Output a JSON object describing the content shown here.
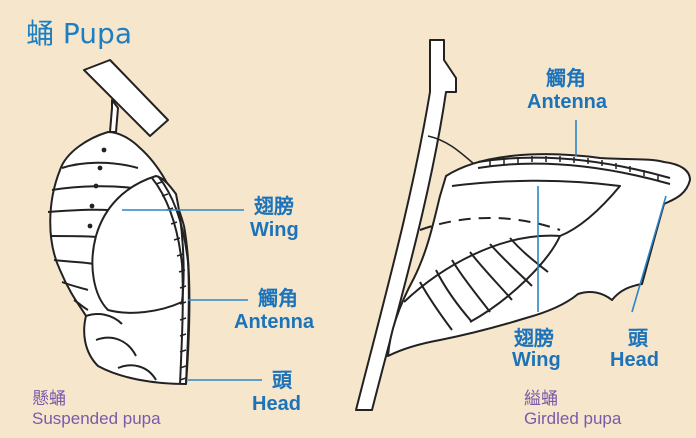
{
  "title": "蛹 Pupa",
  "left": {
    "labels": {
      "wing_zh": "翅膀",
      "wing_en": "Wing",
      "antenna_zh": "觸角",
      "antenna_en": "Antenna",
      "head_zh": "頭",
      "head_en": "Head"
    },
    "caption_zh": "懸蛹",
    "caption_en": "Suspended pupa"
  },
  "right": {
    "labels": {
      "antenna_zh": "觸角",
      "antenna_en": "Antenna",
      "wing_zh": "翅膀",
      "wing_en": "Wing",
      "head_zh": "頭",
      "head_en": "Head"
    },
    "caption_zh": "縊蛹",
    "caption_en": "Girdled pupa"
  },
  "colors": {
    "background": "#f6e6cc",
    "label": "#1d73b9",
    "caption": "#7a5aa8",
    "leader": "#2a86c9"
  }
}
